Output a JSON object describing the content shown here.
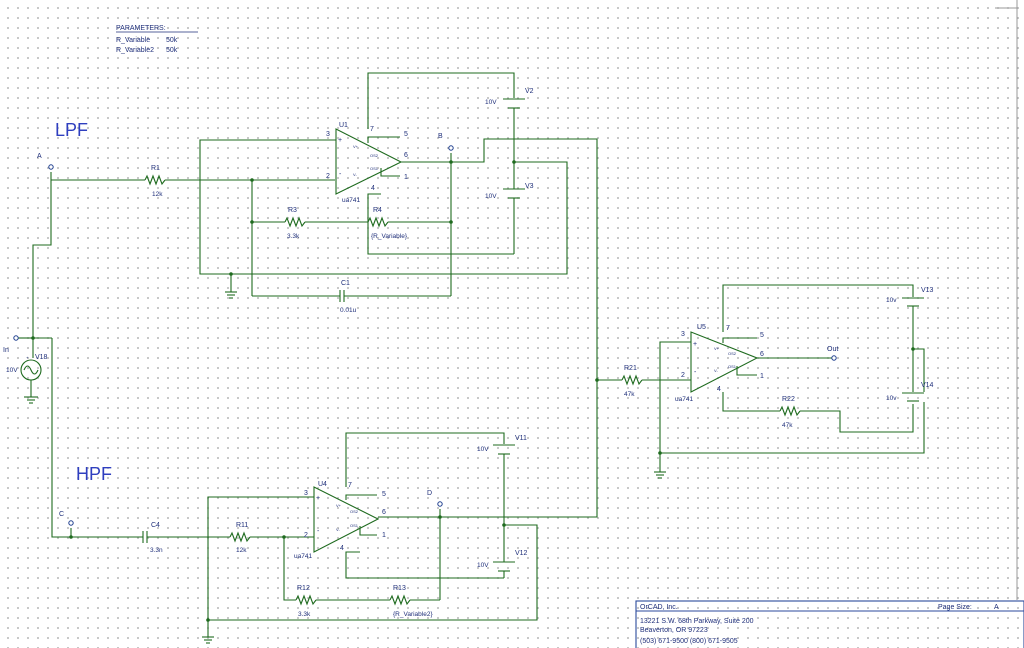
{
  "parameters": {
    "title": "PARAMETERS:",
    "rows": [
      {
        "name": "R_Variable",
        "value": "50k"
      },
      {
        "name": "R_Variable2",
        "value": "50k"
      }
    ]
  },
  "sections": {
    "lpf": "LPF",
    "hpf": "HPF"
  },
  "nodes": {
    "a": "A",
    "b": "B",
    "c": "C",
    "d": "D",
    "in": "In",
    "out": "Out"
  },
  "opamps": [
    {
      "ref": "U1",
      "model": "ua741"
    },
    {
      "ref": "U4",
      "model": "ua741"
    },
    {
      "ref": "U5",
      "model": "ua741"
    }
  ],
  "opamp_text": {
    "vplus": "V+",
    "vminus": "V-",
    "os1": "OS1",
    "os2": "OS2"
  },
  "pins": {
    "p1": "1",
    "p2": "2",
    "p3": "3",
    "p4": "4",
    "p5": "5",
    "p6": "6",
    "p7": "7"
  },
  "resistors": {
    "r1": {
      "ref": "R1",
      "value": "12k"
    },
    "r3": {
      "ref": "R3",
      "value": "3.3k"
    },
    "r4": {
      "ref": "R4",
      "value": "{R_Variable}"
    },
    "r11": {
      "ref": "R11",
      "value": "12k"
    },
    "r12": {
      "ref": "R12",
      "value": "3.3k"
    },
    "r13": {
      "ref": "R13",
      "value": "{R_Variable2}"
    },
    "r21": {
      "ref": "R21",
      "value": "47k"
    },
    "r22": {
      "ref": "R22",
      "value": "47k"
    }
  },
  "capacitors": {
    "c1": {
      "ref": "C1",
      "value": "0.01u"
    },
    "c4": {
      "ref": "C4",
      "value": "3.3n"
    }
  },
  "sources": {
    "v2": {
      "ref": "V2",
      "value": "10V"
    },
    "v3": {
      "ref": "V3",
      "value": "10V"
    },
    "v11": {
      "ref": "V11",
      "value": "10V"
    },
    "v12": {
      "ref": "V12",
      "value": "10V"
    },
    "v13": {
      "ref": "V13",
      "value": "10v"
    },
    "v14": {
      "ref": "V14",
      "value": "10v"
    },
    "v18": {
      "ref": "V18",
      "value": "10V"
    }
  },
  "title_block": {
    "company": "OrCAD, Inc.",
    "address1": "13221 S.W. 68th Parkway, Suite 200",
    "address2": "Beaverton, OR 97223",
    "phone": "(503) 671-9500   (800) 671-9505",
    "page_size_label": "Page Size:",
    "page_size": "A"
  }
}
